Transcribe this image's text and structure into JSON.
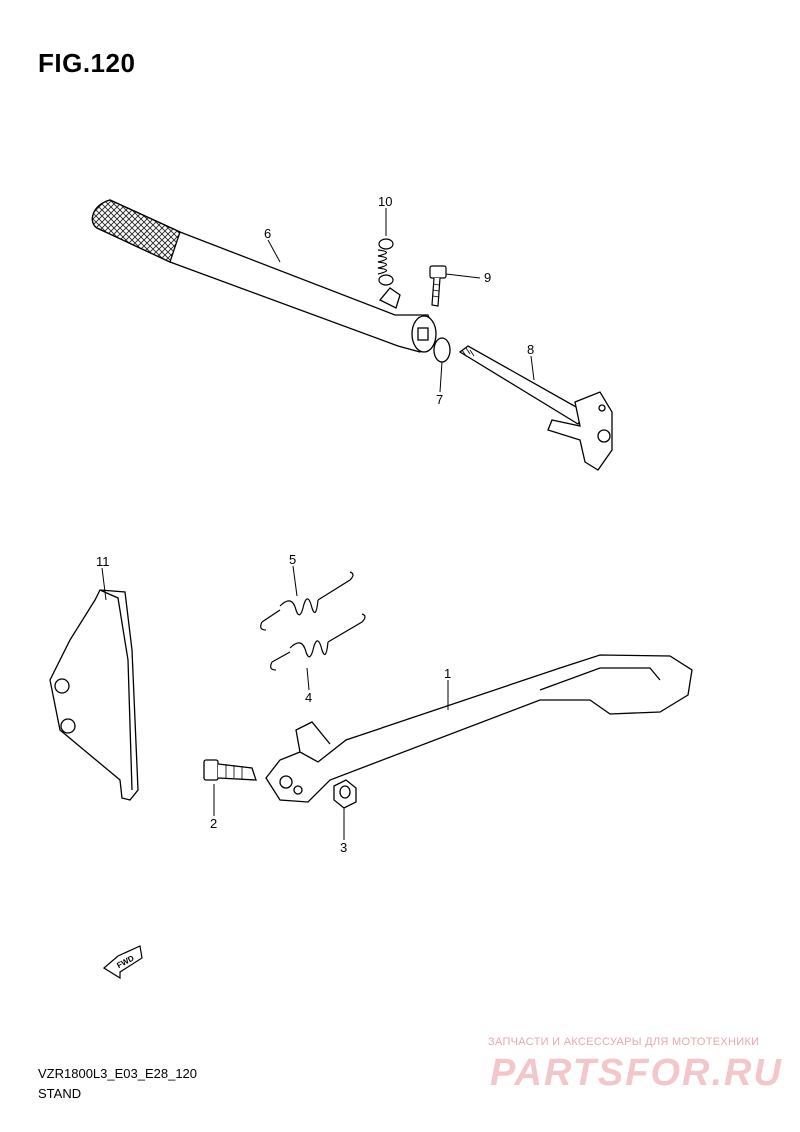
{
  "figure": {
    "title": "FIG.120",
    "model_code": "VZR1800L3_E03_E28_120",
    "caption": "STAND"
  },
  "callouts": [
    "1",
    "2",
    "3",
    "4",
    "5",
    "6",
    "7",
    "8",
    "9",
    "10",
    "11"
  ],
  "fwd_badge": "FWD",
  "watermark": {
    "tagline": "ЗАПЧАСТИ И АКСЕССУАРЫ ДЛЯ МОТОТЕХНИКИ",
    "brand": "PARTSFOR.RU"
  }
}
